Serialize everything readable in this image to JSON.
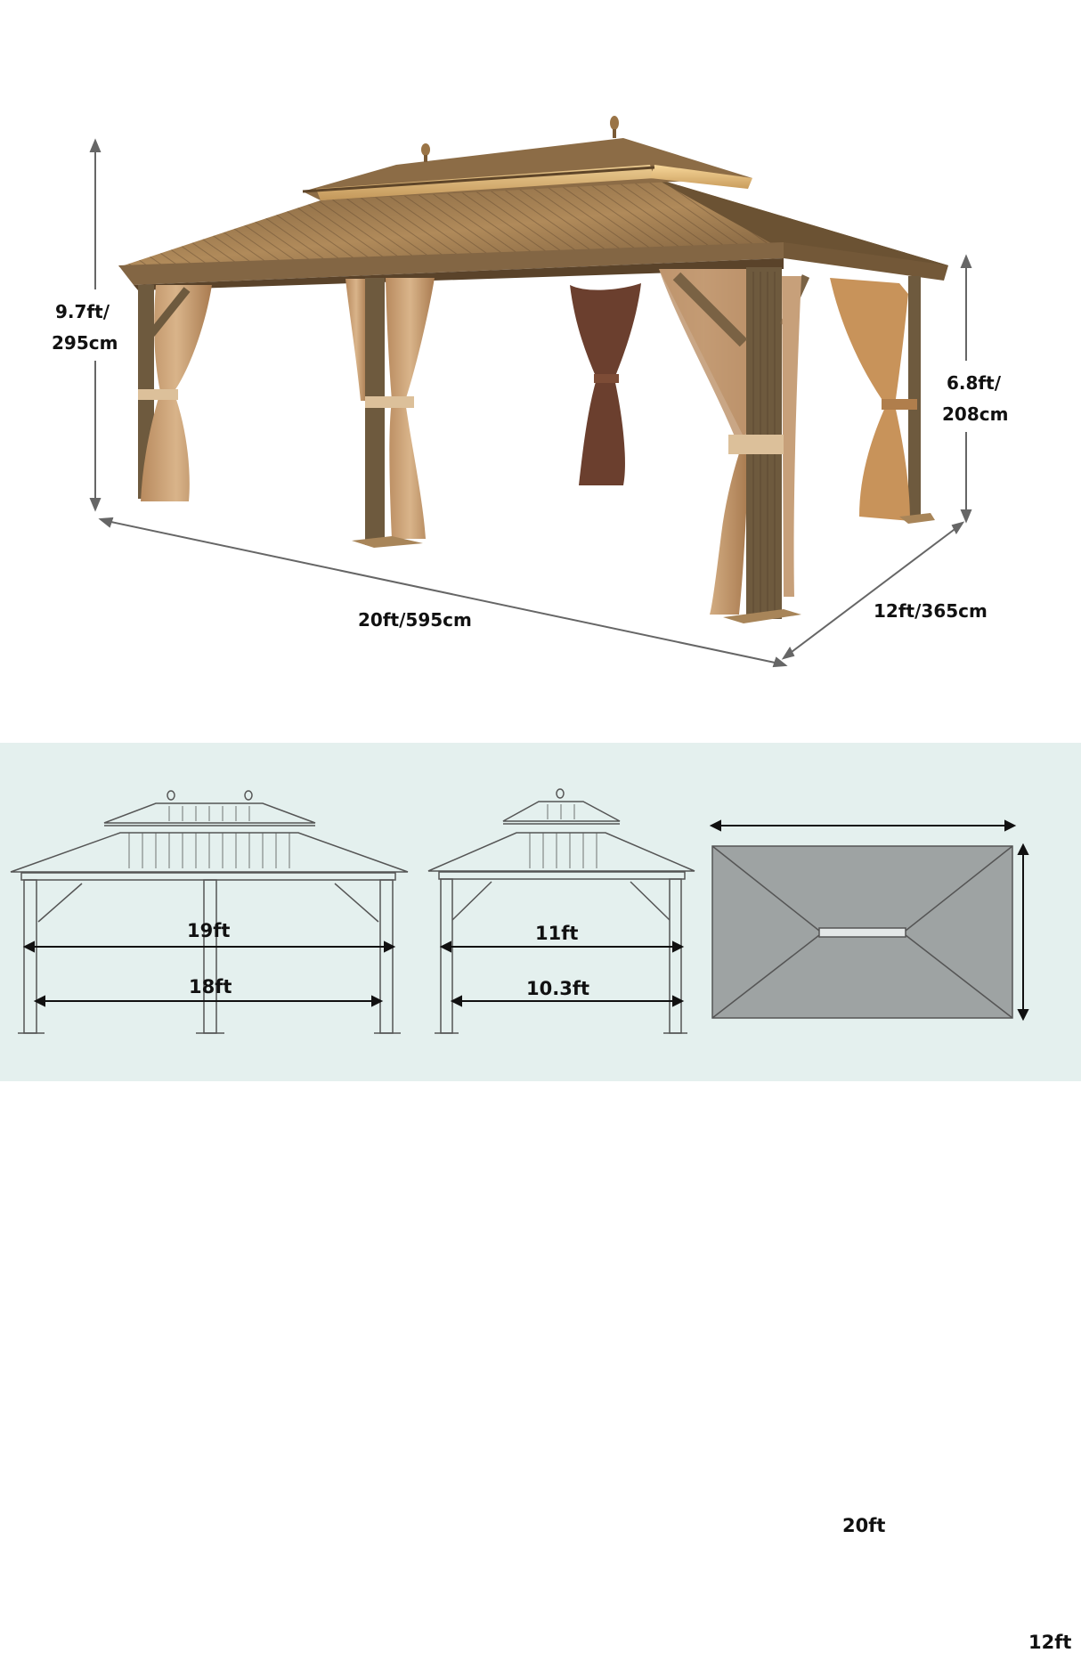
{
  "product": {
    "name": "Double-roof hardtop gazebo with curtains",
    "colors": {
      "roof": "#8a6a44",
      "frame": "#6e5a3e",
      "curtain": "#c9a27a",
      "curtain_dark": "#6b3f2e",
      "panel_bg": "#e4f0ee",
      "dimension_line": "#666666",
      "label": "#111111"
    }
  },
  "dimensions_3d": {
    "total_height": {
      "line1": "9.7ft/",
      "line2": "295cm"
    },
    "side_height": {
      "line1": "6.8ft/",
      "line2": "208cm"
    },
    "length": "20ft/595cm",
    "width": "12ft/365cm"
  },
  "drawings": {
    "front_view": {
      "outer_span": "19ft",
      "inner_span": "18ft"
    },
    "side_view": {
      "outer_span": "11ft",
      "inner_span": "10.3ft"
    },
    "top_view": {
      "length": "20ft",
      "width": "12ft"
    }
  }
}
